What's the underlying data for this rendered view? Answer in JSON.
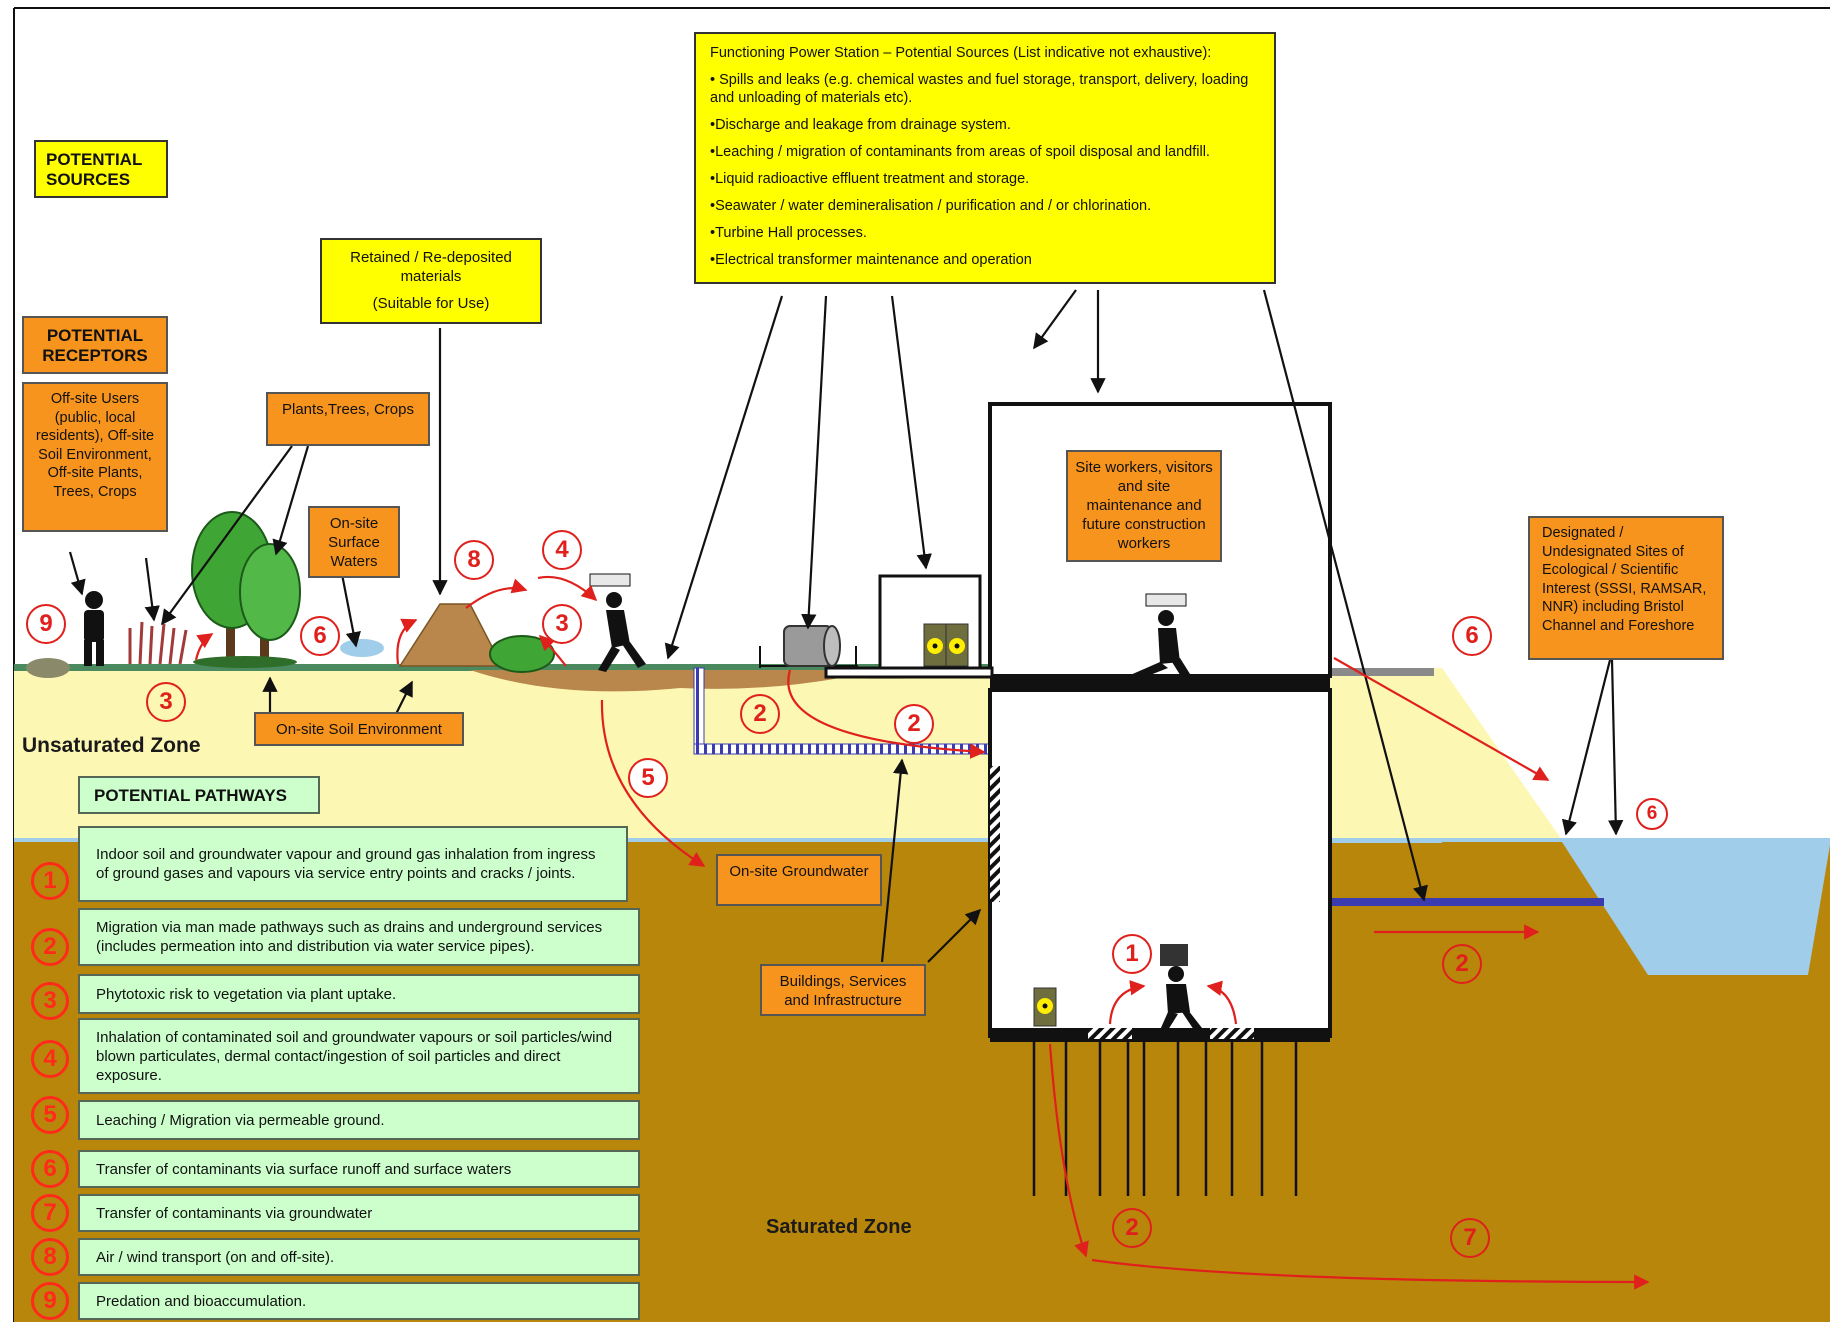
{
  "headers": {
    "potential_sources": "POTENTIAL SOURCES",
    "potential_receptors": "POTENTIAL RECEPTORS",
    "potential_pathways": "POTENTIAL PATHWAYS"
  },
  "sources_box": {
    "title": "Functioning Power Station – Potential Sources (List indicative not exhaustive):",
    "items": [
      "• Spills and leaks (e.g. chemical wastes and fuel storage, transport, delivery, loading and unloading of materials etc).",
      "•Discharge and leakage from drainage system.",
      "•Leaching / migration of contaminants from areas of spoil disposal and landfill.",
      "•Liquid radioactive effluent treatment and storage.",
      "•Seawater / water demineralisation / purification and / or chlorination.",
      "•Turbine Hall processes.",
      "•Electrical transformer maintenance and operation"
    ]
  },
  "retained_box": {
    "line1": "Retained / Re-deposited materials",
    "line2": "(Suitable for Use)"
  },
  "receptors": {
    "offsite": "Off-site Users (public, local residents), Off-site Soil Environment, Off-site Plants, Trees, Crops",
    "plants": "Plants,Trees, Crops",
    "surface_waters": "On-site Surface Waters",
    "soil_env": "On-site Soil Environment",
    "site_workers": "Site workers, visitors and site maintenance and future construction workers",
    "designated_sites": "Designated / Undesignated Sites of Ecological / Scientific Interest (SSSI, RAMSAR, NNR) including Bristol Channel and  Foreshore",
    "groundwater": "On-site Groundwater",
    "buildings": "Buildings, Services and Infrastructure"
  },
  "zones": {
    "unsaturated": "Unsaturated Zone",
    "saturated": "Saturated Zone"
  },
  "pathways": [
    {
      "num": "1",
      "text": "Indoor soil and groundwater vapour and ground gas inhalation from ingress of ground gases and vapours via service entry points and cracks / joints."
    },
    {
      "num": "2",
      "text": "Migration via man made pathways such as drains and underground services (includes permeation into and distribution via water service pipes)."
    },
    {
      "num": "3",
      "text": "Phytotoxic risk to vegetation via plant uptake."
    },
    {
      "num": "4",
      "text": "Inhalation of contaminated soil and groundwater vapours or soil particles/wind blown particulates, dermal contact/ingestion of soil particles and direct exposure."
    },
    {
      "num": "5",
      "text": "Leaching / Migration via permeable ground."
    },
    {
      "num": "6",
      "text": "Transfer of contaminants via surface runoff and surface waters"
    },
    {
      "num": "7",
      "text": "Transfer of contaminants via groundwater"
    },
    {
      "num": "8",
      "text": "Air / wind transport (on and off-site)."
    },
    {
      "num": "9",
      "text": "Predation and bioaccumulation."
    }
  ],
  "scene_markers": [
    "9",
    "3",
    "6",
    "8",
    "4",
    "3",
    "5",
    "2",
    "2",
    "1",
    "2",
    "6",
    "6",
    "2",
    "7"
  ],
  "colors": {
    "unsaturated_zone": "#fdf7b4",
    "saturated_zone": "#b8860b",
    "water": "#9fcdea",
    "pathway_red": "#e0201c",
    "source_box": "#ffff00",
    "receptor_box": "#f7941d",
    "pathway_box": "#ccffcc"
  },
  "icons": [
    "worker-carrying-box-icon",
    "radioactive-drum-icon",
    "fuel-tank-icon",
    "tree-icon",
    "crop-icon",
    "shrub-icon",
    "soil-mound-icon"
  ]
}
